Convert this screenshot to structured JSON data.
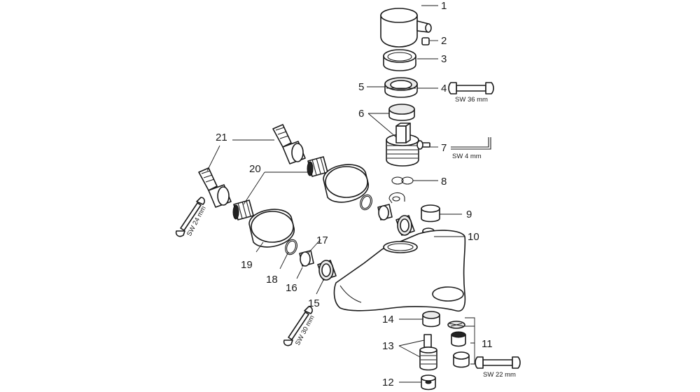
{
  "callouts": {
    "n1": "1",
    "n2": "2",
    "n3": "3",
    "n4": "4",
    "n5": "5",
    "n6": "6",
    "n7": "7",
    "n8": "8",
    "n9": "9",
    "n10": "10",
    "n11": "11",
    "n12": "12",
    "n13": "13",
    "n14": "14",
    "n15": "15",
    "n16": "16",
    "n17": "17",
    "n18": "18",
    "n19": "19",
    "n20": "20",
    "n21": "21"
  },
  "tool_labels": {
    "wrench_36": "SW 36 mm",
    "hex_key_4": "SW 4 mm",
    "wrench_24": "SW 24 mm",
    "wrench_30": "SW 30 mm",
    "wrench_22": "SW 22 mm"
  }
}
